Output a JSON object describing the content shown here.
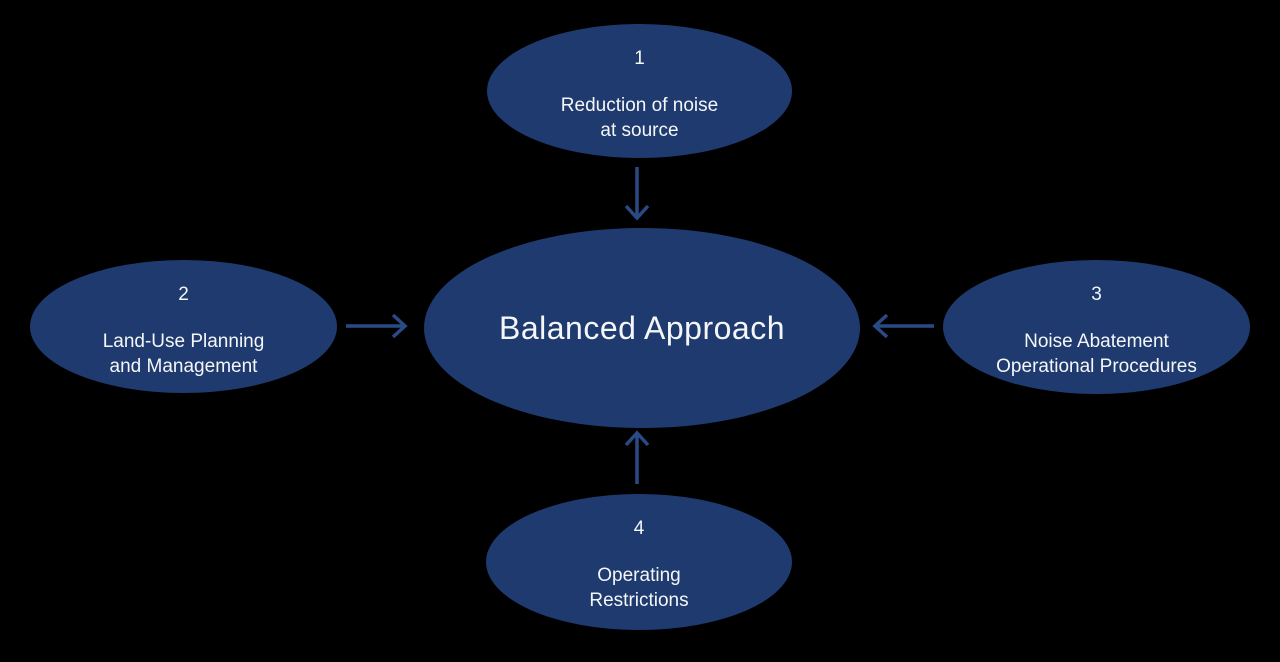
{
  "diagram": {
    "center": {
      "label": "Balanced Approach"
    },
    "nodes": [
      {
        "number": "1",
        "label_line1": "Reduction of noise",
        "label_line2": "at source",
        "position": "top",
        "arrow_direction": "down"
      },
      {
        "number": "2",
        "label_line1": "Land-Use Planning",
        "label_line2": "and Management",
        "position": "left",
        "arrow_direction": "right"
      },
      {
        "number": "3",
        "label_line1": "Noise Abatement",
        "label_line2": "Operational Procedures",
        "position": "right",
        "arrow_direction": "left"
      },
      {
        "number": "4",
        "label_line1": "Operating",
        "label_line2": "Restrictions",
        "position": "bottom",
        "arrow_direction": "up"
      }
    ],
    "colors": {
      "ellipse_fill": "#1e3a6e",
      "arrow": "#2a4a85",
      "text": "#f5f6f8",
      "background": "#000000"
    }
  }
}
